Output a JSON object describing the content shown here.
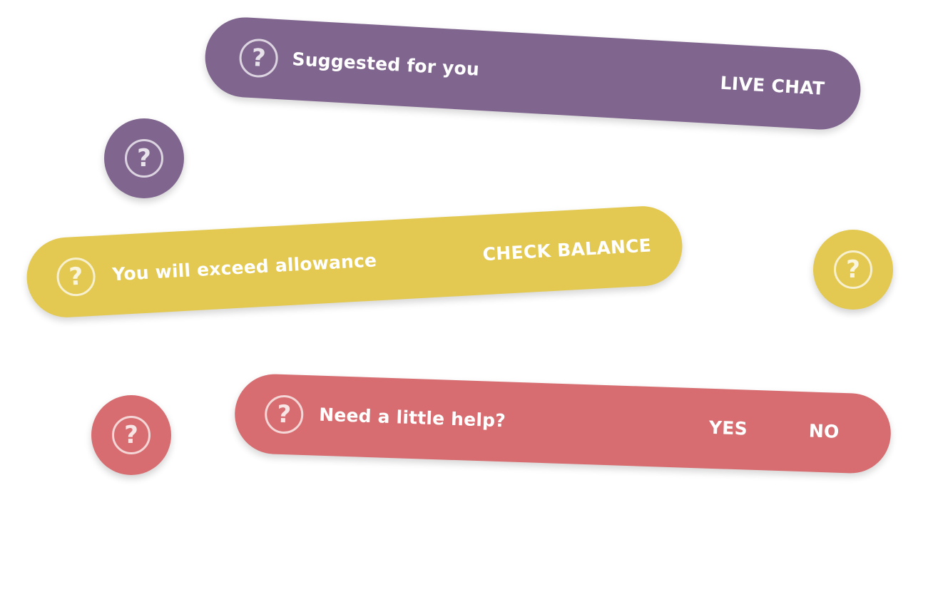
{
  "colors": {
    "purple": "#80668f",
    "yellow": "#e3c951",
    "red": "#d76d70"
  },
  "icons": {
    "help": "question-circle-icon",
    "glyph": "?"
  },
  "suggested_banner": {
    "message": "Suggested for you",
    "action": "LIVE CHAT"
  },
  "allowance_banner": {
    "message": "You will exceed allowance",
    "action": "CHECK BALANCE"
  },
  "help_banner": {
    "message": "Need a little help?",
    "yes_label": "YES",
    "no_label": "NO"
  }
}
